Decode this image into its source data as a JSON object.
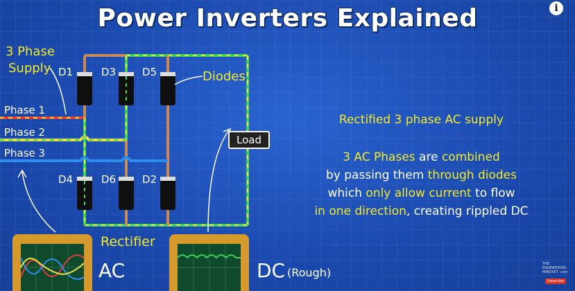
{
  "title": "Power Inverters Explained",
  "supply_label_line1": "3 Phase",
  "supply_label_line2": "Supply",
  "diodes": [
    "D1",
    "D3",
    "D5",
    "D4",
    "D6",
    "D2"
  ],
  "diodes_label": "Diodes",
  "phases": [
    "Phase 1",
    "Phase 2",
    "Phase 3"
  ],
  "load_label": "Load",
  "rectifier_label": "Rectifier",
  "ac_label": "AC",
  "dc_label": "DC",
  "dc_sub_label": "(Rough)",
  "right_heading": "Rectified 3 phase AC supply",
  "explanation": {
    "line1_a": "3 AC ",
    "line1_b": "Phases",
    "line1_c": " are ",
    "line1_d": "combined",
    "line2_a": "by passing them ",
    "line2_b": "through diodes",
    "line3_a": "which ",
    "line3_b": "only allow current",
    "line3_c": " to flow",
    "line4_a": "in one direction",
    "line4_b": ", creating rippled DC"
  },
  "info_glyph": "i",
  "logo_text": "THE ENGINEERING MINDSET .com",
  "subscribe_text": "Subscribe",
  "colors": {
    "background": "#1b4fb8",
    "yellow_text": "#f3ea2a",
    "phase1": "#e23b3b",
    "phase2": "#e9e34a",
    "phase3": "#2f8df0",
    "dc_path": "#3fd25a",
    "copper": "#c98a5a"
  }
}
